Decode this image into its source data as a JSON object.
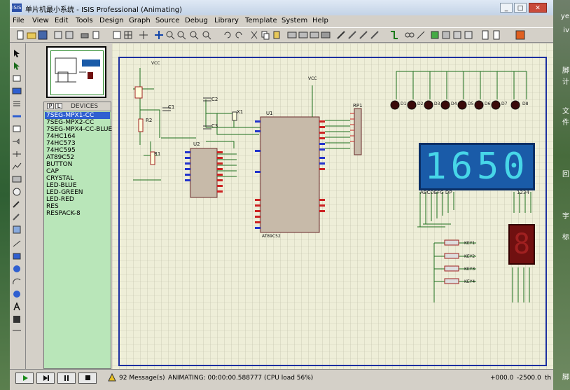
{
  "window": {
    "title": "单片机最小系统 - ISIS Professional (Animating)",
    "app_icon": "isis-logo-icon"
  },
  "menu": [
    "File",
    "View",
    "Edit",
    "Tools",
    "Design",
    "Graph",
    "Source",
    "Debug",
    "Library",
    "Template",
    "System",
    "Help"
  ],
  "overview_label": "",
  "devices": {
    "header_p": "P",
    "header_l": "L",
    "title": "DEVICES",
    "items": [
      "7SEG-MPX1-CC",
      "7SEG-MPX2-CC",
      "7SEG-MPX4-CC-BLUE",
      "74HC164",
      "74HC573",
      "74HC595",
      "AT89C52",
      "BUTTON",
      "CAP",
      "CRYSTAL",
      "LED-BLUE",
      "LED-GREEN",
      "LED-RED",
      "RES",
      "RESPACK-8"
    ],
    "selected_index": 0
  },
  "schematic": {
    "display_digits": "1650",
    "display_label_left": "ABCDEFG DP",
    "display_label_right": "1234",
    "labels": {
      "c1": "C1",
      "c2": "C2",
      "c3": "C3",
      "r2": "R2",
      "r1": "R1",
      "x1": "X1",
      "u2": "U2",
      "u1": "U1",
      "rp1": "RP1",
      "d1": "D1",
      "d2": "D2",
      "d3": "D3",
      "d4": "D4",
      "d5": "D5",
      "d6": "D6",
      "d7": "D7",
      "d8": "D8",
      "key1": "KEY1",
      "key2": "KEY2",
      "key3": "KEY3",
      "key4": "KEY4",
      "u1_part": "AT89C52",
      "vcc": "VCC"
    }
  },
  "status": {
    "messages": "92 Message(s)",
    "animation": "ANIMATING: 00:00:00.588777 (CPU load 56%)",
    "coord_x": "+000.0",
    "coord_y": "-2500.0",
    "coord_unit": "th"
  },
  "desktop_right_text": [
    "ye",
    "iv",
    "脚",
    "计",
    "文",
    "件",
    "回",
    "宇",
    "标",
    "脚"
  ],
  "colors": {
    "canvas": "#eeeed8",
    "display_bg": "#1a5ba8",
    "display_digit": "#47d6e8",
    "device_panel": "#b9e6b9",
    "selected": "#2f5fd0"
  }
}
